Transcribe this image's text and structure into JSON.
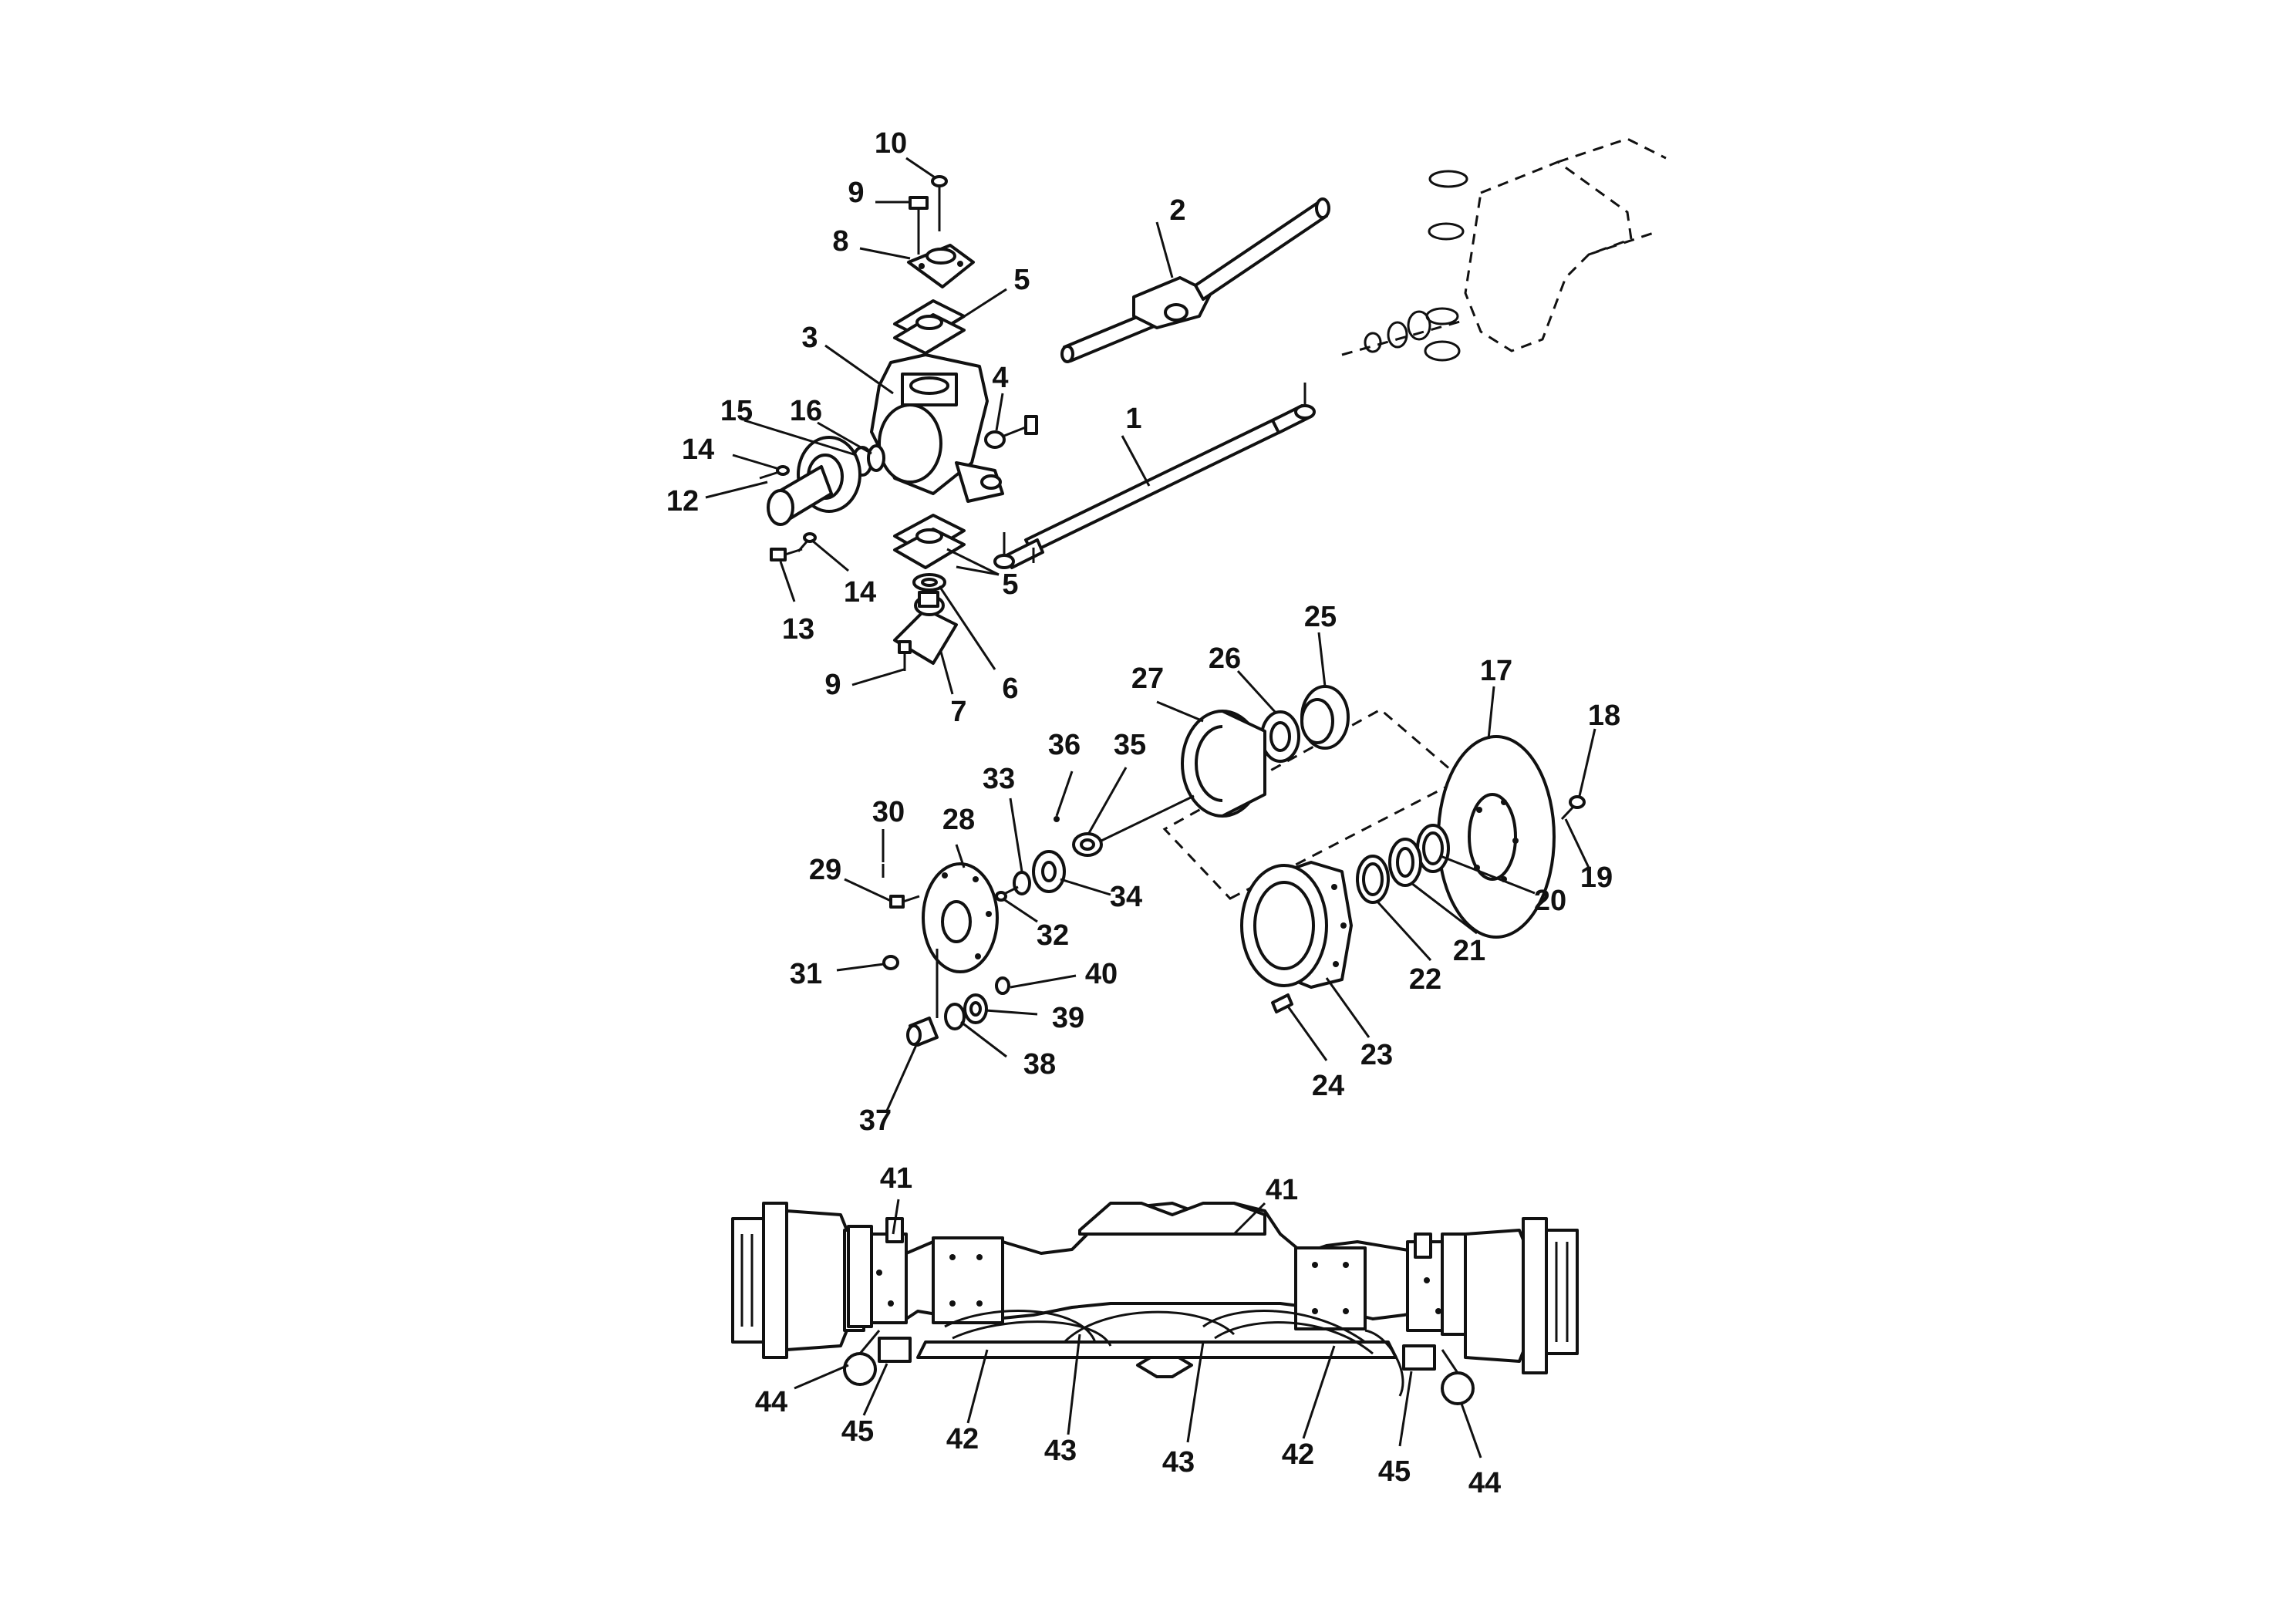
{
  "drawing": {
    "type": "exploded parts diagram",
    "ink_color": "#111111",
    "background_color": "#ffffff"
  },
  "callouts": {
    "c1": "1",
    "c2": "2",
    "c3": "3",
    "c4": "4",
    "c5a": "5",
    "c5b": "5",
    "c6": "6",
    "c7": "7",
    "c8": "8",
    "c9a": "9",
    "c9b": "9",
    "c10": "10",
    "c12": "12",
    "c13": "13",
    "c14a": "14",
    "c14b": "14",
    "c15": "15",
    "c16": "16",
    "c17": "17",
    "c18": "18",
    "c19": "19",
    "c20": "20",
    "c21": "21",
    "c22": "22",
    "c23": "23",
    "c24": "24",
    "c25": "25",
    "c26": "26",
    "c27": "27",
    "c28": "28",
    "c29": "29",
    "c30": "30",
    "c31": "31",
    "c32": "32",
    "c33": "33",
    "c34": "34",
    "c35": "35",
    "c36": "36",
    "c37": "37",
    "c38": "38",
    "c39": "39",
    "c40": "40",
    "c41a": "41",
    "c41b": "41",
    "c42a": "42",
    "c42b": "42",
    "c43a": "43",
    "c43b": "43",
    "c44a": "44",
    "c44b": "44",
    "c45a": "45",
    "c45b": "45"
  }
}
